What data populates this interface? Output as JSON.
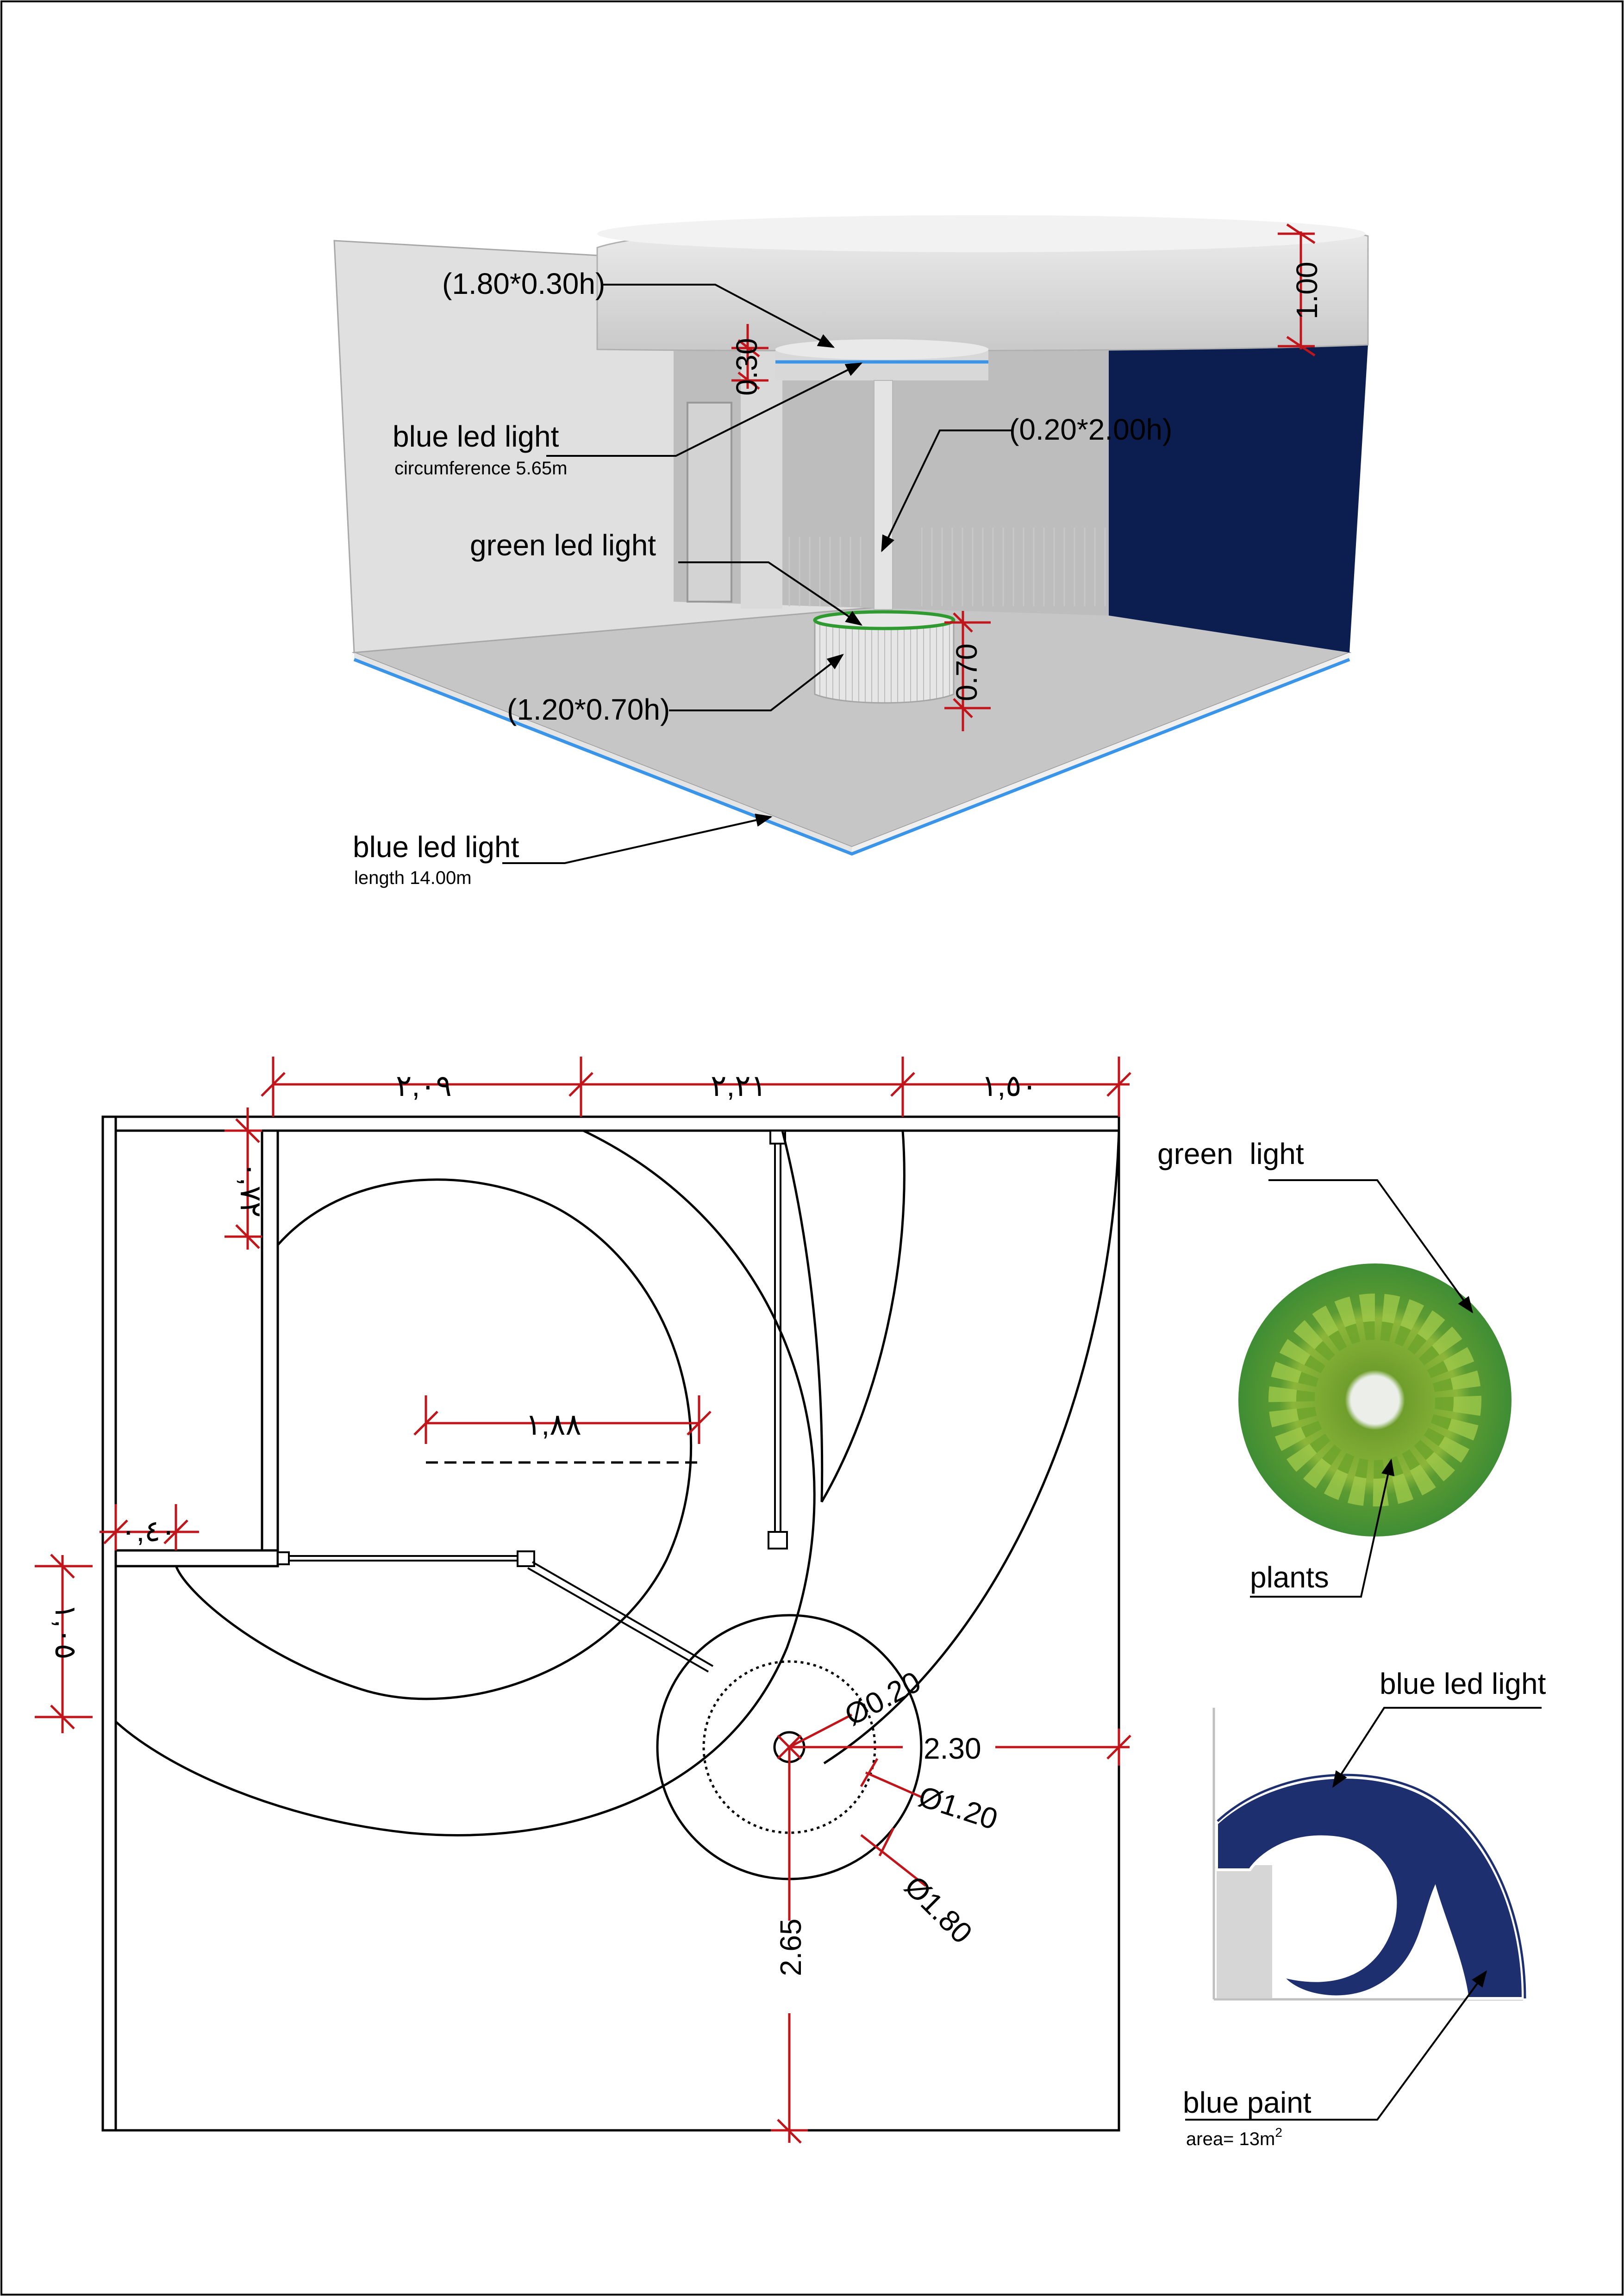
{
  "view3d": {
    "label_canopy_dims": "(1.80*0.30h)",
    "label_blue_led": "blue led light",
    "label_circumference": "circumference 5.65m",
    "label_column_dims": "(0.20*2.00h)",
    "label_green_led": "green led light",
    "label_base_dims": "(1.20*0.70h)",
    "label_floor_led": "blue led light",
    "label_floor_length": "length 14.00m",
    "dim_ring_height": "1.00",
    "dim_canopy_height": "0.30",
    "dim_base_height": "0.70"
  },
  "plan": {
    "dim_top_a": "٢,٠٩",
    "dim_top_b": "٢,٢١",
    "dim_top_c": "١,٥٠",
    "dim_wall_v": "٠,٧٢",
    "dim_radius": "١,٨٨",
    "dim_stub": "٠,٤٠",
    "dim_left_v": "١,٠٥",
    "dim_d020": "Ø0.20",
    "dim_230": "2.30",
    "dim_d120": "Ø1.20",
    "dim_d180": "Ø1.80",
    "dim_265": "2.65"
  },
  "detail_plants": {
    "label_green_light": "green  light",
    "label_plants": "plants"
  },
  "detail_wall": {
    "label_blue_led": "blue led light",
    "label_blue_paint": "blue paint",
    "label_area_prefix": "area= 13m",
    "label_area_sup": "2"
  },
  "colors": {
    "wall_blue": "#0b1e4f",
    "paint_navy": "#1d2f6e",
    "led_blue": "#3a95e8",
    "led_green": "#2f9a2f",
    "dimension_red": "#c0151a",
    "planter_green": "#4b9a38"
  }
}
